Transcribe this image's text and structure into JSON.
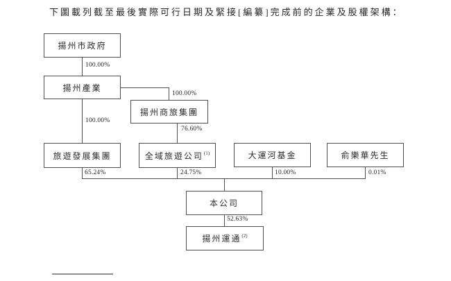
{
  "page": {
    "title": "下圖載列截至最後實際可行日期及緊接[編纂]完成前的企業及股權架構："
  },
  "diagram": {
    "type": "corporate-shareholding-structure",
    "nodes": [
      {
        "id": "yangzhou-government",
        "label": "揚州市政府",
        "sup": ""
      },
      {
        "id": "yangzhou-industry",
        "label": "揚州產業",
        "sup": ""
      },
      {
        "id": "yangzhou-shanglv-group",
        "label": "揚州商旅集團",
        "sup": ""
      },
      {
        "id": "tourism-dev-group",
        "label": "旅遊發展集團",
        "sup": ""
      },
      {
        "id": "quanyu-tourism-co",
        "label": "全域旅遊公司",
        "sup": "(1)"
      },
      {
        "id": "grand-canal-fund",
        "label": "大運河基金",
        "sup": ""
      },
      {
        "id": "mr-yu-lehua",
        "label": "俞樂華先生",
        "sup": ""
      },
      {
        "id": "the-company",
        "label": "本公司",
        "sup": ""
      },
      {
        "id": "yangzhou-yuntong",
        "label": "揚州運通",
        "sup": "(2)"
      }
    ],
    "edges": [
      {
        "from": "揚州市政府",
        "to": "揚州產業",
        "percent": "100.00%"
      },
      {
        "from": "揚州產業",
        "to": "揚州商旅集團",
        "percent": "100.00%"
      },
      {
        "from": "揚州產業",
        "to": "旅遊發展集團",
        "percent": "100.00%"
      },
      {
        "from": "揚州商旅集團",
        "to": "全域旅遊公司",
        "percent": "76.60%"
      },
      {
        "from": "旅遊發展集團",
        "to": "本公司",
        "percent": "65.24%"
      },
      {
        "from": "全域旅遊公司",
        "to": "本公司",
        "percent": "24.75%"
      },
      {
        "from": "大運河基金",
        "to": "本公司",
        "percent": "10.00%"
      },
      {
        "from": "俞樂華先生",
        "to": "本公司",
        "percent": "0.01%"
      },
      {
        "from": "本公司",
        "to": "揚州運通",
        "percent": "52.63%"
      }
    ],
    "colors": {
      "ink": "#262626",
      "line": "#4d4d4d",
      "background": "#ffffff"
    }
  }
}
